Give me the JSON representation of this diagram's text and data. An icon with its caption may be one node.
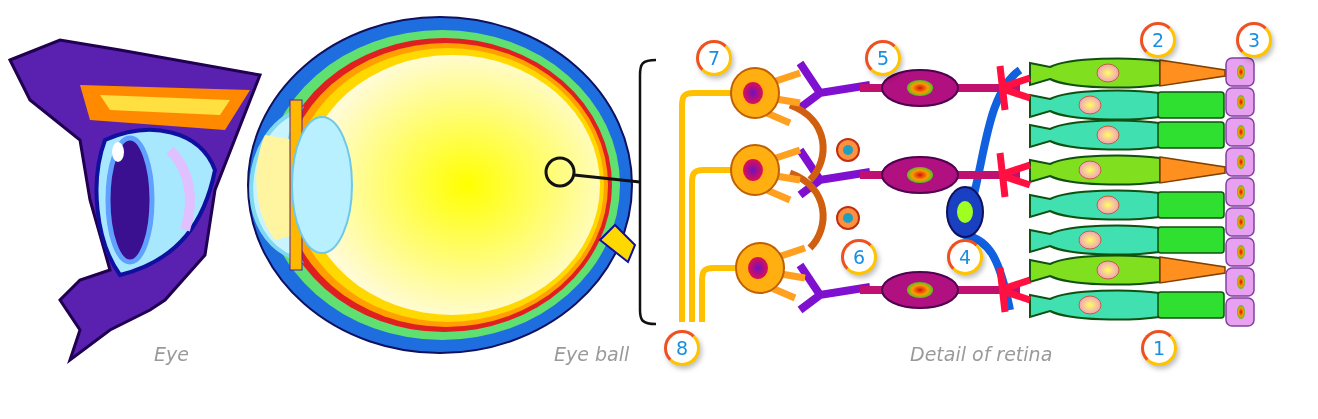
{
  "diagram": {
    "labels": [
      "2",
      "3",
      "7",
      "5",
      "6",
      "4",
      "8",
      "1",
      "Eye",
      "Eye ball",
      "Detail of retina"
    ]
  }
}
